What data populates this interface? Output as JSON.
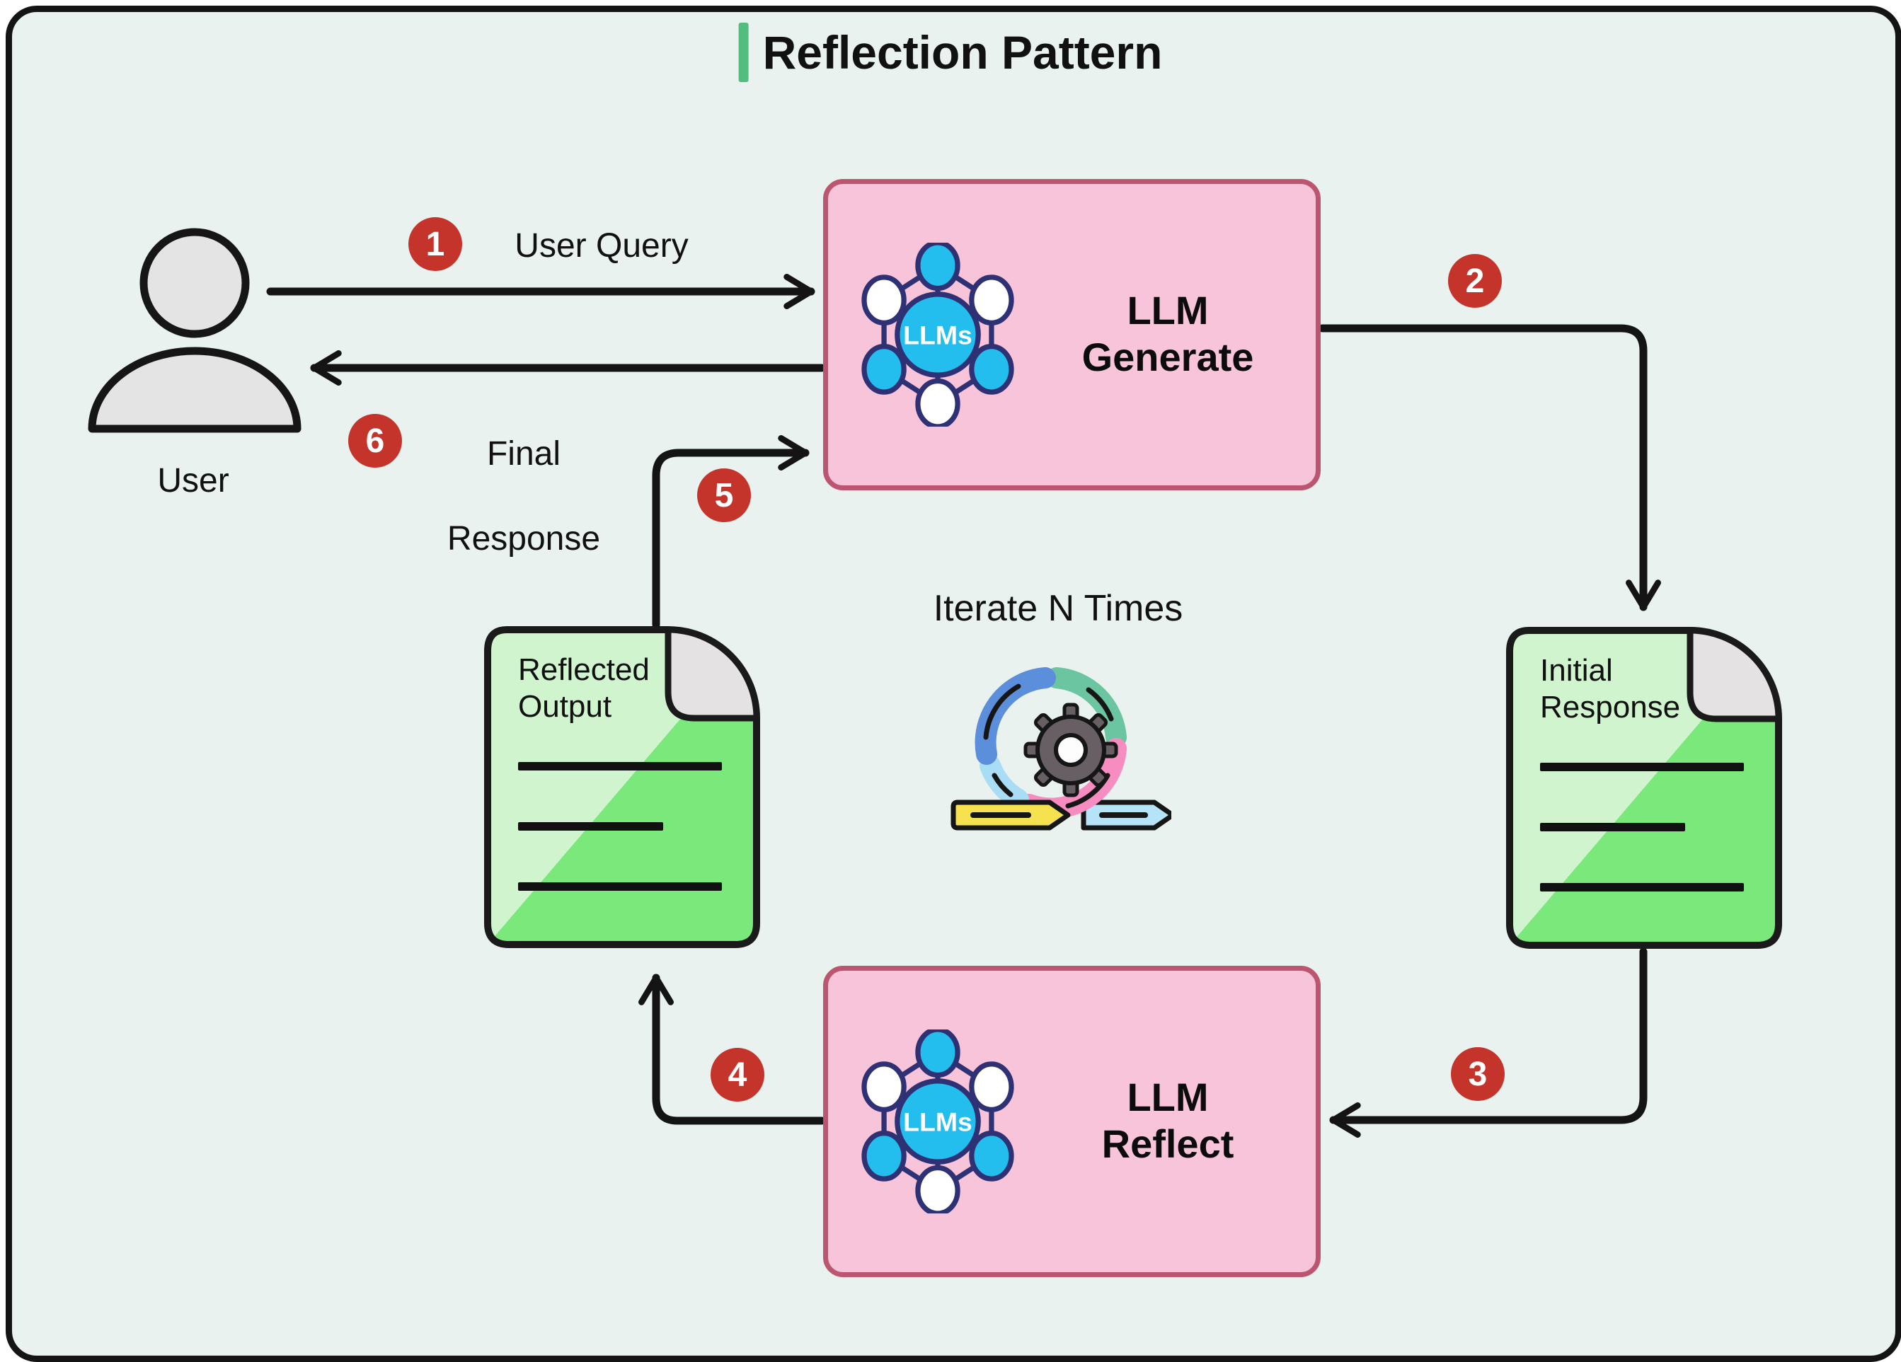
{
  "title": "Reflection Pattern",
  "user": {
    "label": "User"
  },
  "steps": [
    {
      "num": "1",
      "label": "User Query"
    },
    {
      "num": "2"
    },
    {
      "num": "3"
    },
    {
      "num": "4"
    },
    {
      "num": "5"
    },
    {
      "num": "6",
      "label": "Final Response",
      "line1": "Final",
      "line2": "Response"
    }
  ],
  "boxes": {
    "generate": {
      "label": "LLM Generate",
      "line1": "LLM",
      "line2": "Generate",
      "icon_label": "LLMs"
    },
    "reflect": {
      "label": "LLM Reflect",
      "line1": "LLM",
      "line2": "Reflect",
      "icon_label": "LLMs"
    }
  },
  "documents": {
    "reflected_output": {
      "label": "Reflected Output",
      "line1": "Reflected",
      "line2": "Output"
    },
    "initial_response": {
      "label": "Initial Response",
      "line1": "Initial",
      "line2": "Response"
    }
  },
  "center": {
    "label": "Iterate N Times"
  },
  "colors": {
    "background": "#e9f2ee",
    "outline": "#141414",
    "accent_green": "#53bd80",
    "box_fill": "#f8c4d9",
    "box_border": "#bb5570",
    "doc_green_light": "#cff4ce",
    "doc_green_dark": "#7ae87b",
    "doc_fold_gray": "#e4e2e2",
    "badge_red": "#c5342b",
    "node_cyan": "#23bdee",
    "node_navy": "#2e3174",
    "gear_gray": "#675f64",
    "cycle_blue": "#5b8edb",
    "cycle_green": "#6cc5a1",
    "cycle_pink": "#f78cc0",
    "cycle_lightblue": "#a9ddf5",
    "cycle_yellow": "#f6e24e"
  }
}
